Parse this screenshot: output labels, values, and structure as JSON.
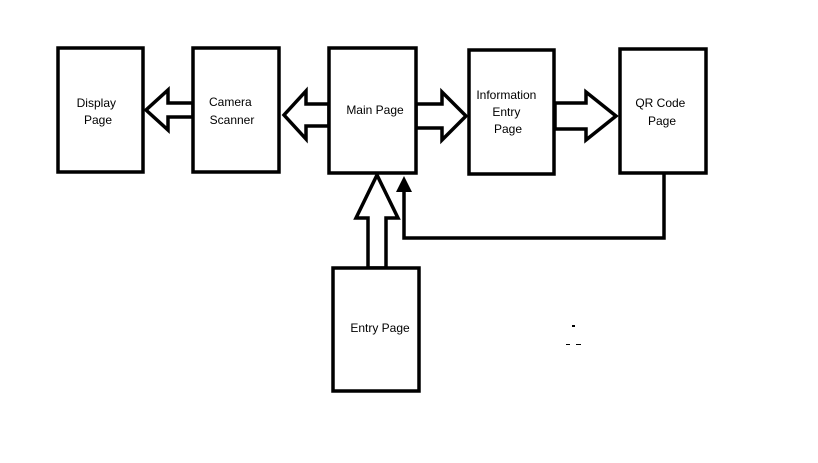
{
  "diagram": {
    "line_color": "#000000",
    "background_color": "#ffffff",
    "nodes": [
      {
        "id": "display-page",
        "label_lines": [
          "Display",
          "Page"
        ]
      },
      {
        "id": "camera-scanner",
        "label_lines": [
          "Camera",
          "Scanner"
        ]
      },
      {
        "id": "main-page",
        "label_lines": [
          "Main Page"
        ]
      },
      {
        "id": "information-entry-page",
        "label_lines": [
          "Information",
          "Entry",
          "Page"
        ]
      },
      {
        "id": "qr-code-page",
        "label_lines": [
          "QR Code",
          "Page"
        ]
      },
      {
        "id": "entry-page",
        "label_lines": [
          "Entry Page"
        ]
      }
    ],
    "edges": [
      {
        "from": "camera-scanner",
        "to": "display-page",
        "style": "hollow-block-arrow"
      },
      {
        "from": "main-page",
        "to": "camera-scanner",
        "style": "hollow-block-arrow"
      },
      {
        "from": "main-page",
        "to": "information-entry-page",
        "style": "hollow-block-arrow"
      },
      {
        "from": "information-entry-page",
        "to": "qr-code-page",
        "style": "hollow-block-arrow"
      },
      {
        "from": "entry-page",
        "to": "main-page",
        "style": "hollow-block-arrow"
      },
      {
        "from": "qr-code-page",
        "to": "main-page",
        "style": "line-arrow"
      }
    ]
  }
}
